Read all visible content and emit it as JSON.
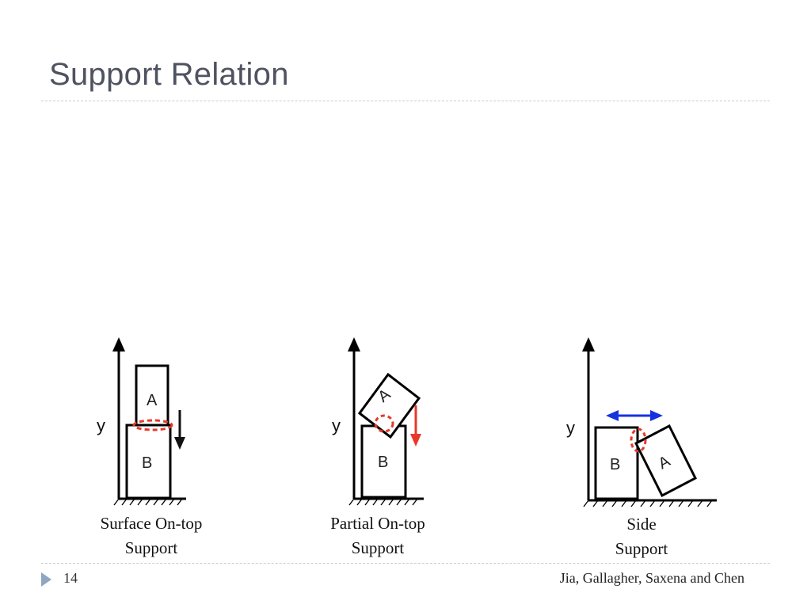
{
  "slide": {
    "title": "Support Relation",
    "page_number": "14",
    "authors": "Jia, Gallagher, Saxena and Chen"
  },
  "diagrams": [
    {
      "caption_line1": "Surface On-top",
      "caption_line2": "Support",
      "axis_label": "y",
      "box_a_label": "A",
      "box_b_label": "B",
      "arrow_color": "#111111"
    },
    {
      "caption_line1": "Partial On-top",
      "caption_line2": "Support",
      "axis_label": "y",
      "box_a_label": "A",
      "box_b_label": "B",
      "arrow_color": "#e8382b"
    },
    {
      "caption_line1": "Side",
      "caption_line2": "Support",
      "axis_label": "y",
      "box_a_label": "A",
      "box_b_label": "B",
      "arrow_color": "#1532e0"
    }
  ],
  "colors": {
    "contact_marker": "#e8382b",
    "title": "#4f5360",
    "footer_arrow": "#8fa6c3"
  }
}
